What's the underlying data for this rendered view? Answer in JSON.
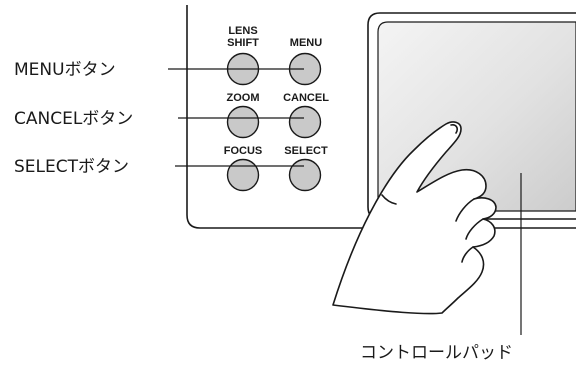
{
  "callouts": {
    "menu": "MENUボタン",
    "cancel": "CANCELボタン",
    "select": "SELECTボタン",
    "control_pad": "コントロールパッド"
  },
  "buttons": {
    "lens_shift_line1": "LENS",
    "lens_shift_line2": "SHIFT",
    "menu": "MENU",
    "zoom": "ZOOM",
    "cancel": "CANCEL",
    "focus": "FOCUS",
    "select": "SELECT"
  },
  "colors": {
    "button_fill": "#c9c9c9",
    "pad_fill_light": "#f2f2f2",
    "pad_fill_dark": "#cfcfcf",
    "line": "#1a1a1a"
  }
}
